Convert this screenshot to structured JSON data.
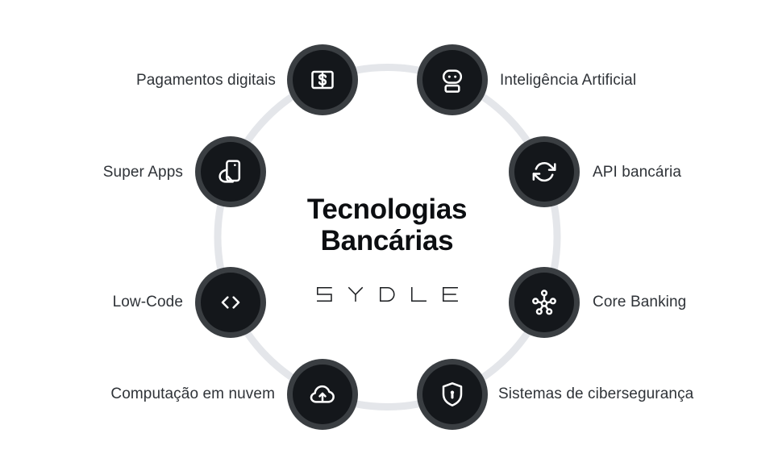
{
  "title": {
    "line1": "Tecnologias",
    "line2": "Bancárias"
  },
  "brand": {
    "name": "SYDLE"
  },
  "items": [
    {
      "label": "Pagamentos digitais",
      "icon": "banknote-dollar-icon",
      "side": "left"
    },
    {
      "label": "Inteligência Artificial",
      "icon": "robot-icon",
      "side": "right"
    },
    {
      "label": "Super Apps",
      "icon": "smartphone-share-icon",
      "side": "left"
    },
    {
      "label": "API bancária",
      "icon": "sync-arrows-icon",
      "side": "right"
    },
    {
      "label": "Low-Code",
      "icon": "code-brackets-icon",
      "side": "left"
    },
    {
      "label": "Core Banking",
      "icon": "network-hub-icon",
      "side": "right"
    },
    {
      "label": "Computação em nuvem",
      "icon": "cloud-upload-icon",
      "side": "left"
    },
    {
      "label": "Sistemas de cibersegurança",
      "icon": "shield-keyhole-icon",
      "side": "right"
    }
  ],
  "colors": {
    "background": "#ffffff",
    "connector_ring": "#e4e6ea",
    "node_ring": "#3a3e42",
    "node_fill": "#14171b",
    "icon": "#ffffff",
    "title": "#0c0e11",
    "label": "#2f3338",
    "logo": "#1a1c1f"
  }
}
